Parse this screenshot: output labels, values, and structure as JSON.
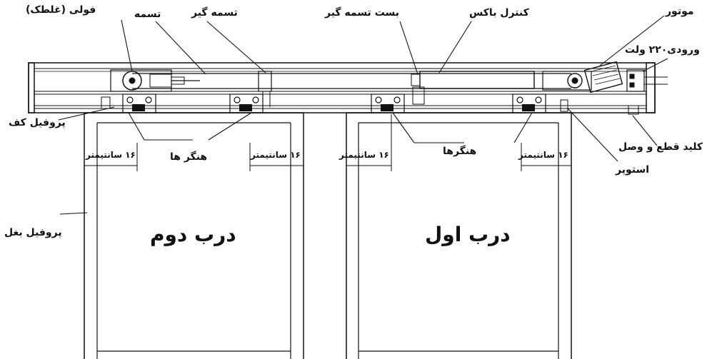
{
  "diagram": {
    "labels": {
      "pulley": "فولی (غلطک)",
      "belt": "تسمه",
      "belt_holder": "تسمه گیر",
      "belt_clamp": "بست تسمه گیر",
      "control_box": "کنترل باکس",
      "motor": "موتور",
      "power_input": "ورودی۲۲۰ ولت",
      "floor_profile": "پروفیل کف",
      "side_profile": "پروفیل بغل",
      "hangers_left": "هنگر ها",
      "hangers_right": "هنگرها",
      "switch": "کلید قطع و وصل",
      "stopper": "استوپر",
      "door_second": "درب دوم",
      "door_first": "درب اول",
      "dim_1": "۱۶ سانتیمتر",
      "dim_2": "۱۶ سانتیمتر",
      "dim_3": "۱۶ سانتیمتر",
      "dim_4": "۱۶ سانتیمتر"
    }
  }
}
